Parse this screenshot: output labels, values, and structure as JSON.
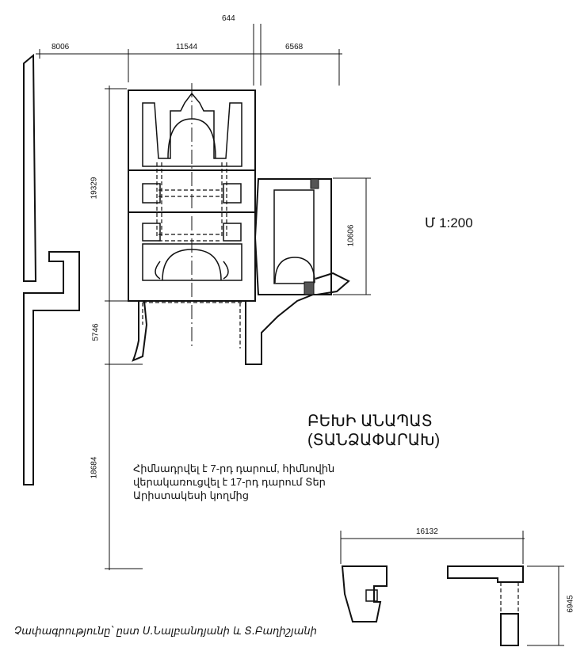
{
  "dimensions": {
    "top_left": "8006",
    "top_main": "11544",
    "top_gap": "644",
    "top_right": "6568",
    "left_upper": "19329",
    "left_middle": "5746",
    "left_lower": "18684",
    "chapel_height": "10606",
    "detail_width": "16132",
    "detail_height": "6945"
  },
  "scale": "Մ 1:200",
  "title": "ԲԵԽԻ ԱՆԱՊԱՏ  (ՏԱՆՁԱՓԱՐԱԽ)",
  "description": "Հիմնադրվել է 7-րդ դարում, հիմնովին վերակառուցվել է 17-րդ դարում Տեր Արիստակեսի կողմից",
  "credit": "Չափագրությունը՝ ըստ Ս.Նալբանդյանի և Տ.Բաղիշյանի"
}
